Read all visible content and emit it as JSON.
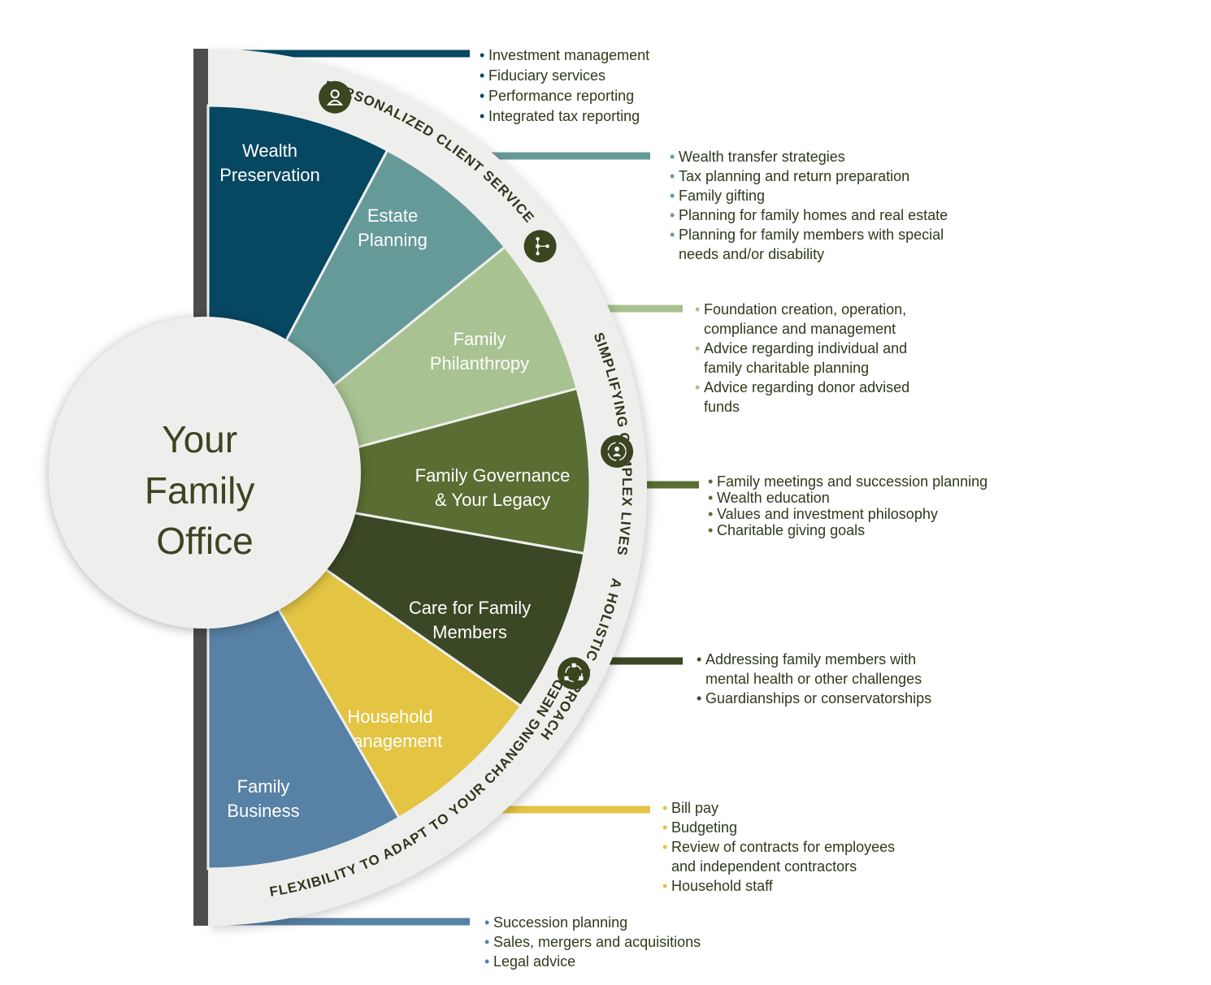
{
  "center": {
    "title_lines": [
      "Your",
      "Family",
      "Office"
    ]
  },
  "segments": [
    {
      "id": "wealth-preservation",
      "lines": [
        "Wealth",
        "Preservation"
      ],
      "color": "#064761"
    },
    {
      "id": "estate-planning",
      "lines": [
        "Estate",
        "Planning"
      ],
      "color": "#669a99"
    },
    {
      "id": "family-philanthropy",
      "lines": [
        "Family",
        "Philanthropy"
      ],
      "color": "#a8c291"
    },
    {
      "id": "family-governance",
      "lines": [
        "Family Governance",
        "& Your Legacy"
      ],
      "color": "#5a6e33"
    },
    {
      "id": "care-for-family",
      "lines": [
        "Care for Family",
        "Members"
      ],
      "color": "#3b4826"
    },
    {
      "id": "household-management",
      "lines": [
        "Household",
        "Management"
      ],
      "color": "#e3c443"
    },
    {
      "id": "family-business",
      "lines": [
        "Family",
        "Business"
      ],
      "color": "#5781a5"
    }
  ],
  "ring": {
    "labels": [
      "PERSONALIZED CLIENT SERVICE",
      "SIMPLIFYING COMPLEX LIVES",
      "A HOLISTIC APPROACH",
      "FLEXIBILITY TO ADAPT TO YOUR CHANGING NEEDS"
    ],
    "icons": [
      "person-icon",
      "network-icon",
      "person-cycle-icon",
      "cycle-arrows-icon"
    ],
    "icon_color": "#3b4520"
  },
  "bullet_groups": [
    {
      "segment": "wealth-preservation",
      "items": [
        "Investment management",
        "Fiduciary services",
        "Performance reporting",
        "Integrated tax reporting"
      ]
    },
    {
      "segment": "estate-planning",
      "items": [
        "Wealth transfer strategies",
        "Tax planning and return preparation",
        "Family gifting",
        "Planning for family homes and real estate",
        "Planning for family members with special needs and/or disability"
      ]
    },
    {
      "segment": "family-philanthropy",
      "items": [
        "Foundation creation, operation, compliance and management",
        "Advice regarding individual and family charitable planning",
        "Advice regarding donor advised funds"
      ]
    },
    {
      "segment": "family-governance",
      "items": [
        "Family meetings and succession planning",
        "Wealth education",
        "Values and investment philosophy",
        "Charitable giving goals"
      ]
    },
    {
      "segment": "care-for-family",
      "items": [
        "Addressing family members with mental health or other challenges",
        "Guardianships or conservatorships"
      ]
    },
    {
      "segment": "household-management",
      "items": [
        "Bill pay",
        "Budgeting",
        "Review of contracts for employees and independent contractors",
        "Household staff"
      ]
    },
    {
      "segment": "family-business",
      "items": [
        "Succession planning",
        "Sales, mergers and acquisitions",
        "Legal advice"
      ]
    }
  ]
}
